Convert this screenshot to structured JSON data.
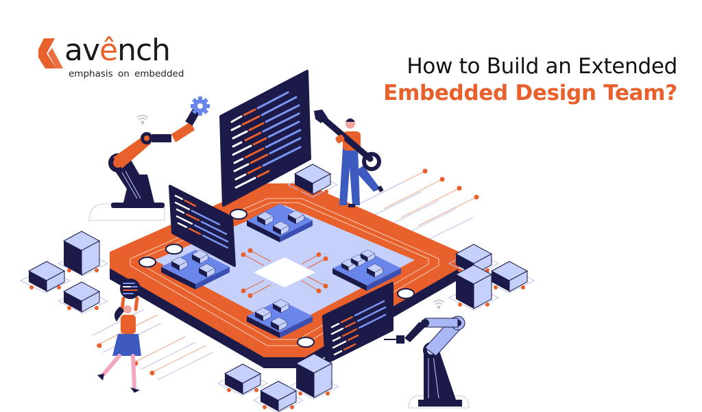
{
  "brand": {
    "name_prefix": "av",
    "name_accent": "ê",
    "name_suffix": "nch",
    "tagline": "emphasis on embedded",
    "accent_color": "#e8602c",
    "dark_color": "#1a1a1a"
  },
  "headline": {
    "line1": "How to Build an Extended",
    "line2": "Embedded Design Team?",
    "line1_color": "#111111",
    "line2_color": "#e8602c"
  },
  "illustration": {
    "description": "Isometric embedded circuit board with code screens, robotic arms, engineers and component blocks",
    "palette": {
      "orange": "#e8602c",
      "navy": "#1b1a48",
      "light_blue": "#c5d0fb",
      "mid_blue": "#6a86ea",
      "white": "#ffffff"
    },
    "elements": [
      "robot-arm-left-orange",
      "robot-arm-right-blue",
      "code-screen-large",
      "code-screen-left",
      "code-screen-right",
      "engineer-man-with-wrench",
      "engineer-woman-with-screen",
      "circuit-board",
      "component-blocks"
    ]
  }
}
